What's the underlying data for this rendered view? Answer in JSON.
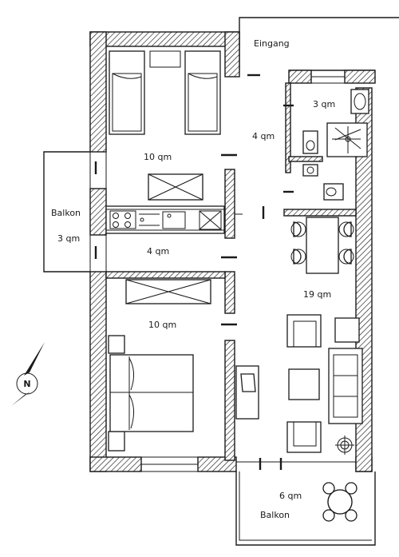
{
  "rooms": {
    "entrance": "Eingang",
    "bath": "3 qm",
    "hall_top": "4 qm",
    "bedroom_top": "10 qm",
    "balcony_left_name": "Balkon",
    "balcony_left_area": "3 qm",
    "corridor": "4 qm",
    "living": "19 qm",
    "bedroom_bottom": "10 qm",
    "balcony_bottom_area": "6 qm",
    "balcony_bottom_name": "Balkon"
  },
  "compass": {
    "letter": "N"
  }
}
